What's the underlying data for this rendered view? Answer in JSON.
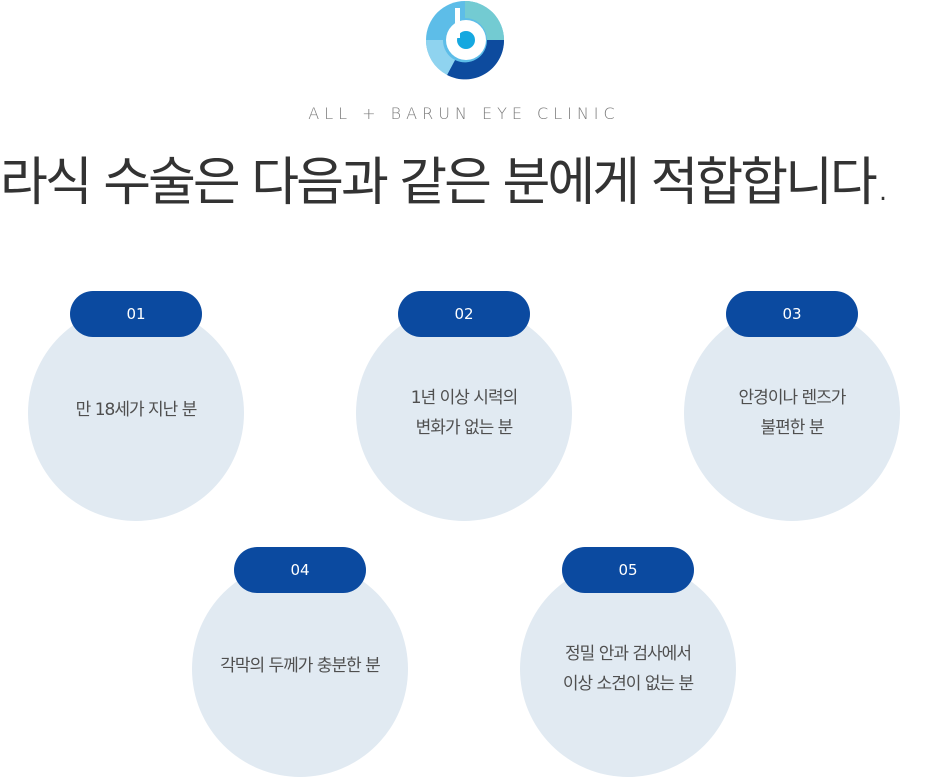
{
  "brand": {
    "tagline": "ALL + BARUN EYE CLINIC",
    "colors": {
      "primary": "#0b4aa0",
      "circle_bg": "#e1eaf2",
      "logo_light": "#4fb9e6",
      "logo_teal": "#6ec8cf",
      "logo_dark": "#0d4b9e"
    },
    "logo_icon": "barun-logo-icon"
  },
  "headline": "라식 수술은 다음과 같은 분에게 적합합니다.",
  "items": [
    {
      "number": "01",
      "lines": [
        "만 18세가 지난 분"
      ]
    },
    {
      "number": "02",
      "lines": [
        "1년 이상 시력의",
        "변화가 없는 분"
      ]
    },
    {
      "number": "03",
      "lines": [
        "안경이나 렌즈가",
        "불편한 분"
      ]
    },
    {
      "number": "04",
      "lines": [
        "각막의 두께가 충분한 분"
      ]
    },
    {
      "number": "05",
      "lines": [
        "정밀 안과 검사에서",
        "이상 소견이 없는 분"
      ]
    }
  ]
}
